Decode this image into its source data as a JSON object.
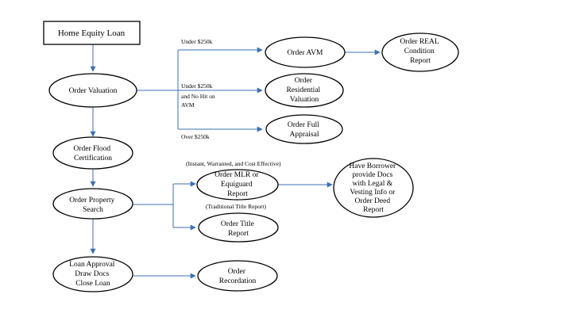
{
  "nodes": {
    "home_equity_loan": "Home Equity Loan",
    "order_valuation": "Order Valuation",
    "order_avm": "Order AVM",
    "order_real_condition_report": [
      "Order REAL",
      "Condition",
      "Report"
    ],
    "order_residential_valuation": [
      "Order",
      "Residential",
      "Valuation"
    ],
    "order_full_appraisal": [
      "Order Full",
      "Appraisal"
    ],
    "order_flood_certification": [
      "Order Flood",
      "Certification"
    ],
    "order_property_search": [
      "Order Property",
      "Search"
    ],
    "order_mlr_equiguard_report": [
      "Order MLR or",
      "Equiguard",
      "Report"
    ],
    "borrower_docs": [
      "Have Borrower",
      "provide Docs",
      "with Legal &",
      "Vesting Info or",
      "Order Deed",
      "Report"
    ],
    "order_title_report": [
      "Order Title",
      "Report"
    ],
    "loan_approval": [
      "Loan Approval",
      "Draw Docs",
      "Close Loan"
    ],
    "order_recordation": [
      "Order",
      "Recordation"
    ]
  },
  "edge_labels": {
    "under_250k": "Under $250k",
    "under_250k_no_hit": [
      "Under $250k",
      "and No Hit on",
      "AVM"
    ],
    "over_250k": "Over $250k",
    "instant": "(Instant, Warranted, and Cost Effective)",
    "traditional": "(Traditional Title Report)"
  }
}
